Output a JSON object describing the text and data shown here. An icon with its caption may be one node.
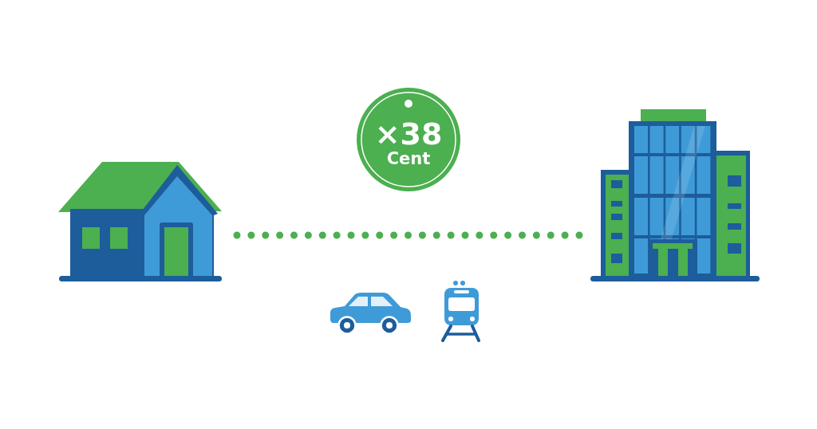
{
  "diagram": {
    "nodes": [
      {
        "text": [],
        "shape": "picture"
      },
      {
        "text": [
          "×38",
          "Cent"
        ]
      },
      {
        "text": [],
        "shape": "picture"
      }
    ],
    "edges": [
      {
        "from": 0,
        "to": 2,
        "arrow": "none",
        "style": "dashed",
        "color": "#4caf50"
      }
    ]
  }
}
